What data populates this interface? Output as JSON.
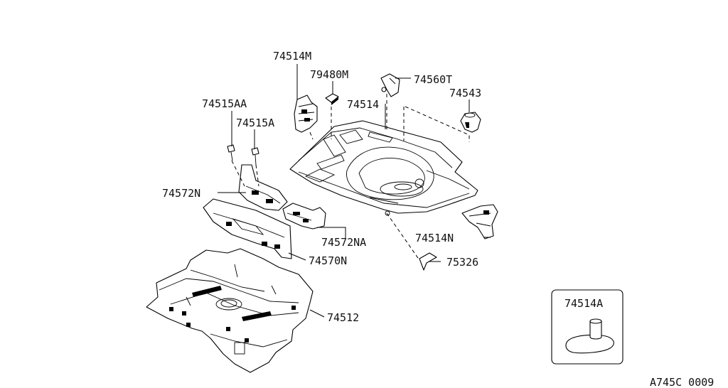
{
  "diagram": {
    "part_labels": [
      {
        "id": "74514M",
        "text": "74514M"
      },
      {
        "id": "79480M",
        "text": "79480M"
      },
      {
        "id": "74560T",
        "text": "74560T"
      },
      {
        "id": "74543",
        "text": "74543"
      },
      {
        "id": "74514",
        "text": "74514"
      },
      {
        "id": "74515AA",
        "text": "74515AA"
      },
      {
        "id": "74515A",
        "text": "74515A"
      },
      {
        "id": "74572N",
        "text": "74572N"
      },
      {
        "id": "74572NA",
        "text": "74572NA"
      },
      {
        "id": "74514N",
        "text": "74514N"
      },
      {
        "id": "75326",
        "text": "75326"
      },
      {
        "id": "74570N",
        "text": "74570N"
      },
      {
        "id": "74512",
        "text": "74512"
      }
    ],
    "inset": {
      "label": "74514A"
    },
    "figure_code": "A745C 0009"
  }
}
